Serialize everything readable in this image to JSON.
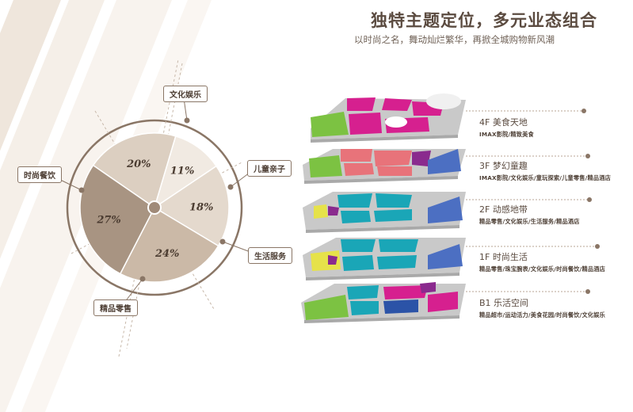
{
  "header": {
    "title": "独特主题定位，多元业态组合",
    "subtitle": "以时尚之名，舞动灿烂繁华，再掀全城购物新风潮"
  },
  "chart_data": {
    "type": "pie",
    "slices": [
      {
        "name": "文化娱乐",
        "value": 20,
        "label": "20%",
        "color": "#dccfc1"
      },
      {
        "name": "儿童亲子",
        "value": 11,
        "label": "11%",
        "color": "#f1eae2"
      },
      {
        "name": "生活服务",
        "value": 18,
        "label": "18%",
        "color": "#e4d9cd"
      },
      {
        "name": "精品零售",
        "value": 24,
        "label": "24%",
        "color": "#cbb9a7"
      },
      {
        "name": "时尚餐饮",
        "value": 27,
        "label": "27%",
        "color": "#a89482"
      }
    ]
  },
  "floors": [
    {
      "name": "4F  美食天地",
      "desc": "IMAX影院/精致美食"
    },
    {
      "name": "3F  梦幻童趣",
      "desc": "IMAX影院/文化娱乐/童玩探索/儿童零售/精品酒店"
    },
    {
      "name": "2F  动感地带",
      "desc": "精品零售/文化娱乐/生活服务/精品酒店"
    },
    {
      "name": "1F  时尚生活",
      "desc": "精品零售/珠宝腕表/文化娱乐/时尚餐饮/精品酒店"
    },
    {
      "name": "B1  乐活空间",
      "desc": "精品超市/运动活力/美食花园/时尚餐饮/文化娱乐"
    }
  ]
}
